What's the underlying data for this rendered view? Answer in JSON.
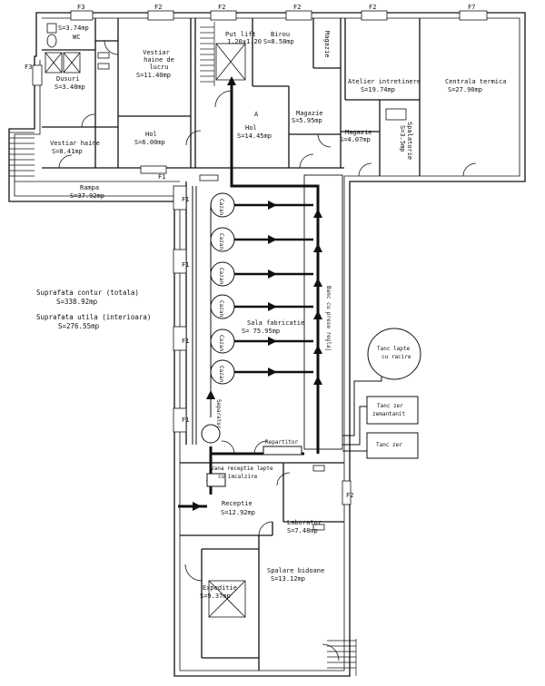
{
  "windows": {
    "w1": "F3",
    "w2": "F2",
    "w3": "F2",
    "w4": "F2",
    "w5": "F2",
    "w6": "F7",
    "w7": "F3",
    "w8": "F1",
    "w9": "F1",
    "w10": "F1",
    "w11": "F1",
    "w12": "F1",
    "w13": "F2"
  },
  "rooms": {
    "wc": {
      "name": "WC",
      "area": "S=3.74mp"
    },
    "dusuri": {
      "name": "Dusuri",
      "area": "S=3.48mp"
    },
    "vestiar_lucru": {
      "name": "Vestiar haine de lucru",
      "area": "S=11.40mp"
    },
    "vestiar_haine": {
      "name": "Vestiar haine",
      "area": "S=8.41mp"
    },
    "hol1": {
      "name": "Hol",
      "area": "S=6.00mp"
    },
    "put_lift": {
      "name": "Put lift",
      "area": "1.20x1.20"
    },
    "birou": {
      "name": "Birou",
      "area": "S=8.58mp"
    },
    "magazie_top": {
      "name": "Magazie"
    },
    "hol2": {
      "name": "Hol",
      "area": "S=14.45mp",
      "mark": "A"
    },
    "magazie2": {
      "name": "Magazie",
      "area": "S=5.95mp"
    },
    "magazie3": {
      "name": "Magazie",
      "area": "S=4.07mp"
    },
    "spalatorie": {
      "name": "Spalatorie",
      "area": "S=3.5mp"
    },
    "atelier": {
      "name": "Atelier intretinere",
      "area": "S=19.74mp"
    },
    "centrala": {
      "name": "Centrala termica",
      "area": "S=27.90mp"
    },
    "rampa": {
      "name": "Rampa",
      "area": "S=37.92mp"
    },
    "sala": {
      "name": "Sala fabricatie",
      "area": "S= 75.95mp"
    },
    "receptie": {
      "name": "Receptie",
      "area": "S=12.92mp"
    },
    "laborator": {
      "name": "Laborator",
      "area": "S=7.48mp"
    },
    "expeditie": {
      "name": "Expeditie",
      "area": "S=9.37mp"
    },
    "spalare": {
      "name": "Spalare bidoane",
      "area": "S=13.12mp"
    }
  },
  "equipment": {
    "cazan_label": "Cazan",
    "separator": "Separator",
    "repartitor": "Repartitor",
    "vana": "Vana receptie lapte cu imcalzire",
    "banc": "Banc cu prese reglaj",
    "tanc_lapte": "Tanc lapte cu racire",
    "tanc_zer_zem": "Tanc zer zemantanit",
    "tanc_zer": "Tanc zer"
  },
  "summary": {
    "contur_label": "Suprafata contur (totala)",
    "contur_value": "S=338.92mp",
    "utila_label": "Suprafata utila (interioara)",
    "utila_value": "S=276.55mp"
  }
}
